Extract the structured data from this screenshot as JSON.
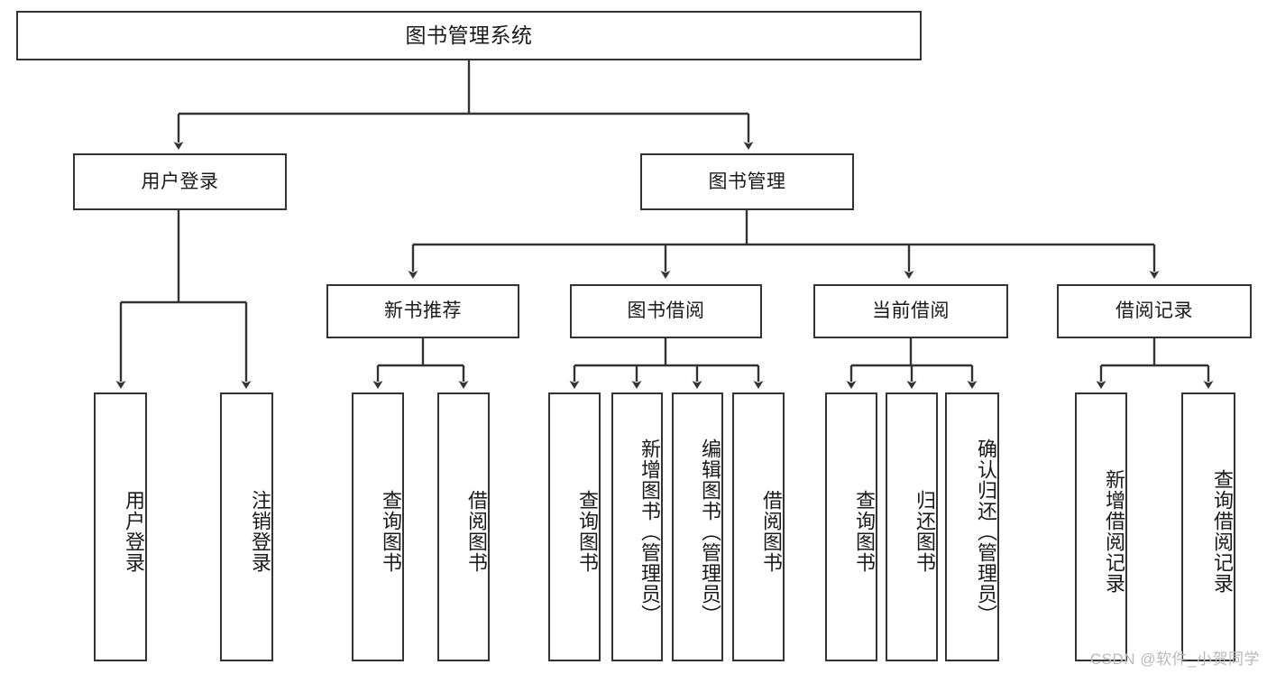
{
  "diagram": {
    "type": "tree",
    "title": "图书管理系统",
    "orientation": "top-down",
    "line_color": "#333333",
    "box_fill": "#ffffff",
    "text_color": "#1a1a1a"
  },
  "nodes": {
    "root": {
      "label": "图书管理系统"
    },
    "level1": [
      {
        "label": "用户登录"
      },
      {
        "label": "图书管理"
      }
    ],
    "level2": [
      {
        "label": "新书推荐"
      },
      {
        "label": "图书借阅"
      },
      {
        "label": "当前借阅"
      },
      {
        "label": "借阅记录"
      }
    ],
    "leaves": {
      "user_login": [
        {
          "label": "用户登录"
        },
        {
          "label": "注销登录"
        }
      ],
      "new_book_recommend": [
        {
          "label": "查询图书"
        },
        {
          "label": "借阅图书"
        }
      ],
      "book_borrow": [
        {
          "label": "查询图书"
        },
        {
          "label": "新增图书（管理员）"
        },
        {
          "label": "编辑图书（管理员）"
        },
        {
          "label": "借阅图书"
        }
      ],
      "current_borrow": [
        {
          "label": "查询图书"
        },
        {
          "label": "归还图书"
        },
        {
          "label": "确认归还（管理员）"
        }
      ],
      "borrow_record": [
        {
          "label": "新增借阅记录"
        },
        {
          "label": "查询借阅记录"
        }
      ]
    }
  },
  "watermark": {
    "text": "CSDN @软件_小贺同学"
  }
}
